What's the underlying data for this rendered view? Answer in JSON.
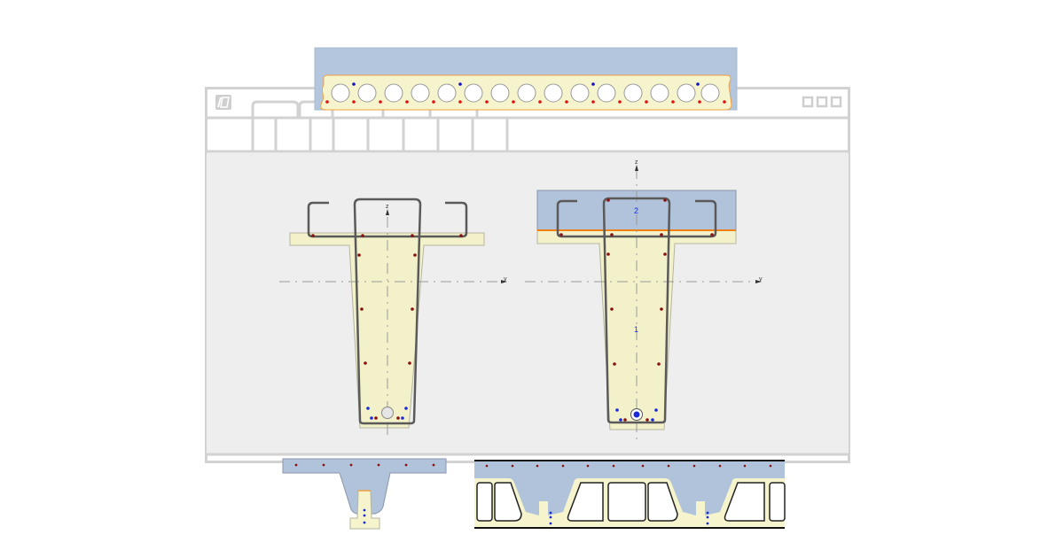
{
  "window": {
    "app_icon": "app-logo-icon",
    "window_controls": [
      "minimize-box",
      "maximize-box",
      "close-box"
    ],
    "tab_count": 2,
    "toolbar_cell_count": 8
  },
  "illustrations": {
    "hollow_core_slab": {
      "description": "Hollow-core precast slab with cast-in-place topping",
      "hole_count": 15,
      "colors": {
        "topping": "#b3c6dd",
        "precast": "#f6f4cc",
        "rebar_bottom": "#e01010",
        "rebar_top": "#1010c0"
      }
    },
    "section_left": {
      "description": "Precast T-beam cross-section with stirrups",
      "axis_labels": {
        "z": "z",
        "y": "y"
      }
    },
    "section_right": {
      "description": "Composite T-beam cross-section with topping",
      "axis_labels": {
        "z": "z",
        "y": "y"
      },
      "part_labels": {
        "topping": "2",
        "web": "1"
      },
      "interface_color": "#f08010"
    },
    "bottom_left": {
      "description": "T-slab on inverted T precast beam"
    },
    "bottom_right": {
      "description": "Beam-and-block floor with topping"
    }
  },
  "colors": {
    "frame": "#d2d2d2",
    "canvas": "#eeeeee",
    "concrete_precast": "#f3f1c9",
    "concrete_topping": "#b0c3db",
    "stirrup": "#555555",
    "rebar_red": "#8b1010",
    "rebar_blue": "#1a2bd6"
  }
}
